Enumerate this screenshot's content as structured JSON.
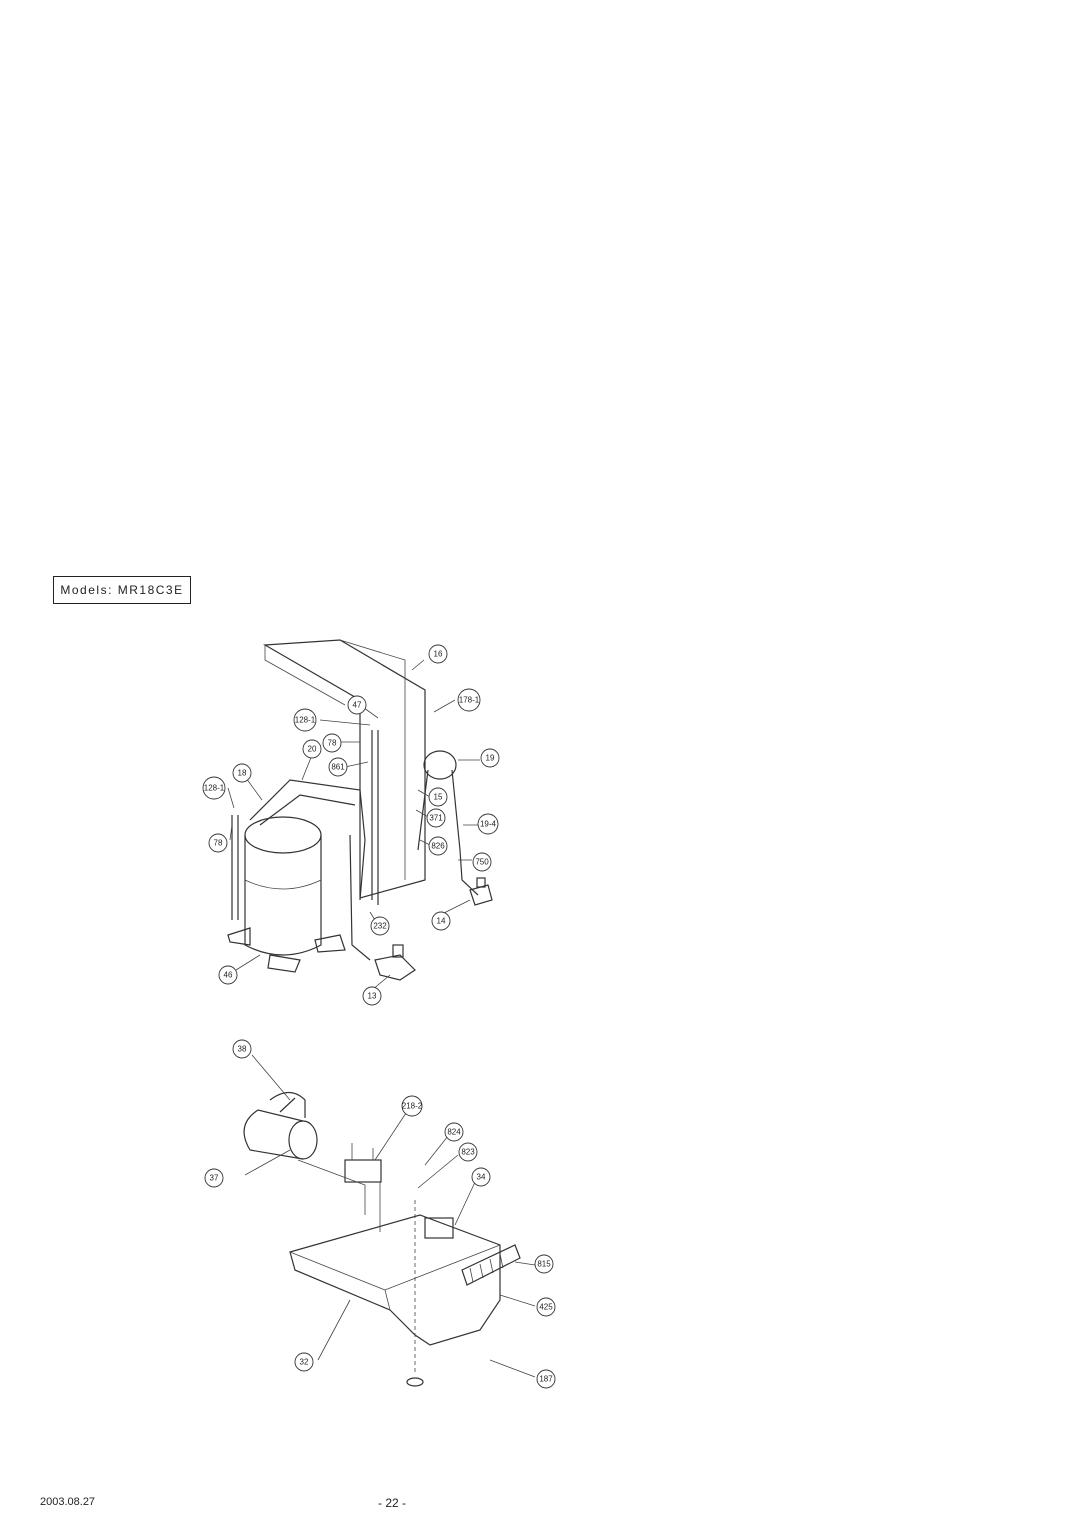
{
  "header": {
    "model_label": "Models: MR18C3E"
  },
  "upper_assembly": {
    "callouts": [
      "16",
      "178-1",
      "47",
      "128-1",
      "78",
      "20",
      "861",
      "19",
      "18",
      "128-1",
      "15",
      "78",
      "371",
      "19-4",
      "826",
      "750",
      "14",
      "232",
      "46",
      "13"
    ]
  },
  "lower_assembly": {
    "callouts": [
      "38",
      "218-2",
      "824",
      "823",
      "37",
      "34",
      "815",
      "425",
      "32",
      "187"
    ]
  },
  "footer": {
    "date": "2003.08.27",
    "page": "- 22 -"
  }
}
